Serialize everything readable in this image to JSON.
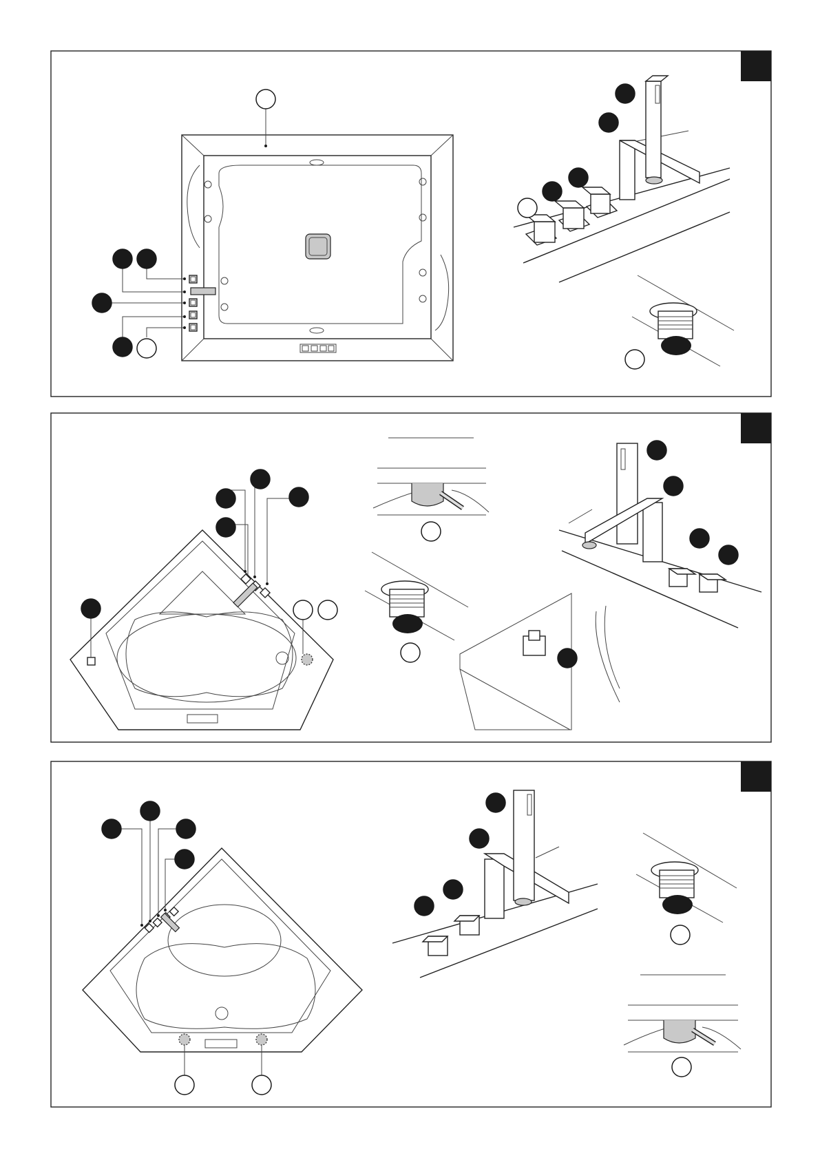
{
  "figure": {
    "panels": [
      {
        "id": "panel-1"
      },
      {
        "id": "panel-2"
      },
      {
        "id": "panel-3"
      }
    ]
  }
}
